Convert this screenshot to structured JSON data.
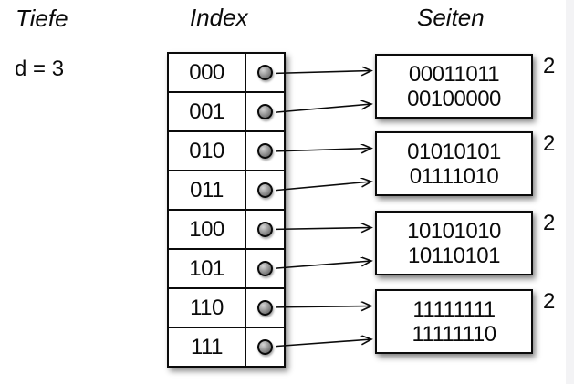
{
  "headings": {
    "depth": "Tiefe",
    "index": "Index",
    "pages": "Seiten",
    "depth_value": "d = 3"
  },
  "index_rows": [
    {
      "label": "000"
    },
    {
      "label": "001"
    },
    {
      "label": "010"
    },
    {
      "label": "011"
    },
    {
      "label": "100"
    },
    {
      "label": "101"
    },
    {
      "label": "110"
    },
    {
      "label": "111"
    }
  ],
  "pages": [
    {
      "entries": [
        "00011011",
        "00100000"
      ],
      "local_depth": "2"
    },
    {
      "entries": [
        "01010101",
        "01111010"
      ],
      "local_depth": "2"
    },
    {
      "entries": [
        "10101010",
        "10110101"
      ],
      "local_depth": "2"
    },
    {
      "entries": [
        "11111111",
        "11111110"
      ],
      "local_depth": "2"
    }
  ],
  "links": [
    {
      "index": "000",
      "page": 0
    },
    {
      "index": "001",
      "page": 0
    },
    {
      "index": "010",
      "page": 1
    },
    {
      "index": "011",
      "page": 1
    },
    {
      "index": "100",
      "page": 2
    },
    {
      "index": "101",
      "page": 2
    },
    {
      "index": "110",
      "page": 3
    },
    {
      "index": "111",
      "page": 3
    }
  ],
  "colors": {
    "line": "#0b0b0b",
    "background": "#ffffff",
    "edge_band": "#f3f3f5"
  }
}
